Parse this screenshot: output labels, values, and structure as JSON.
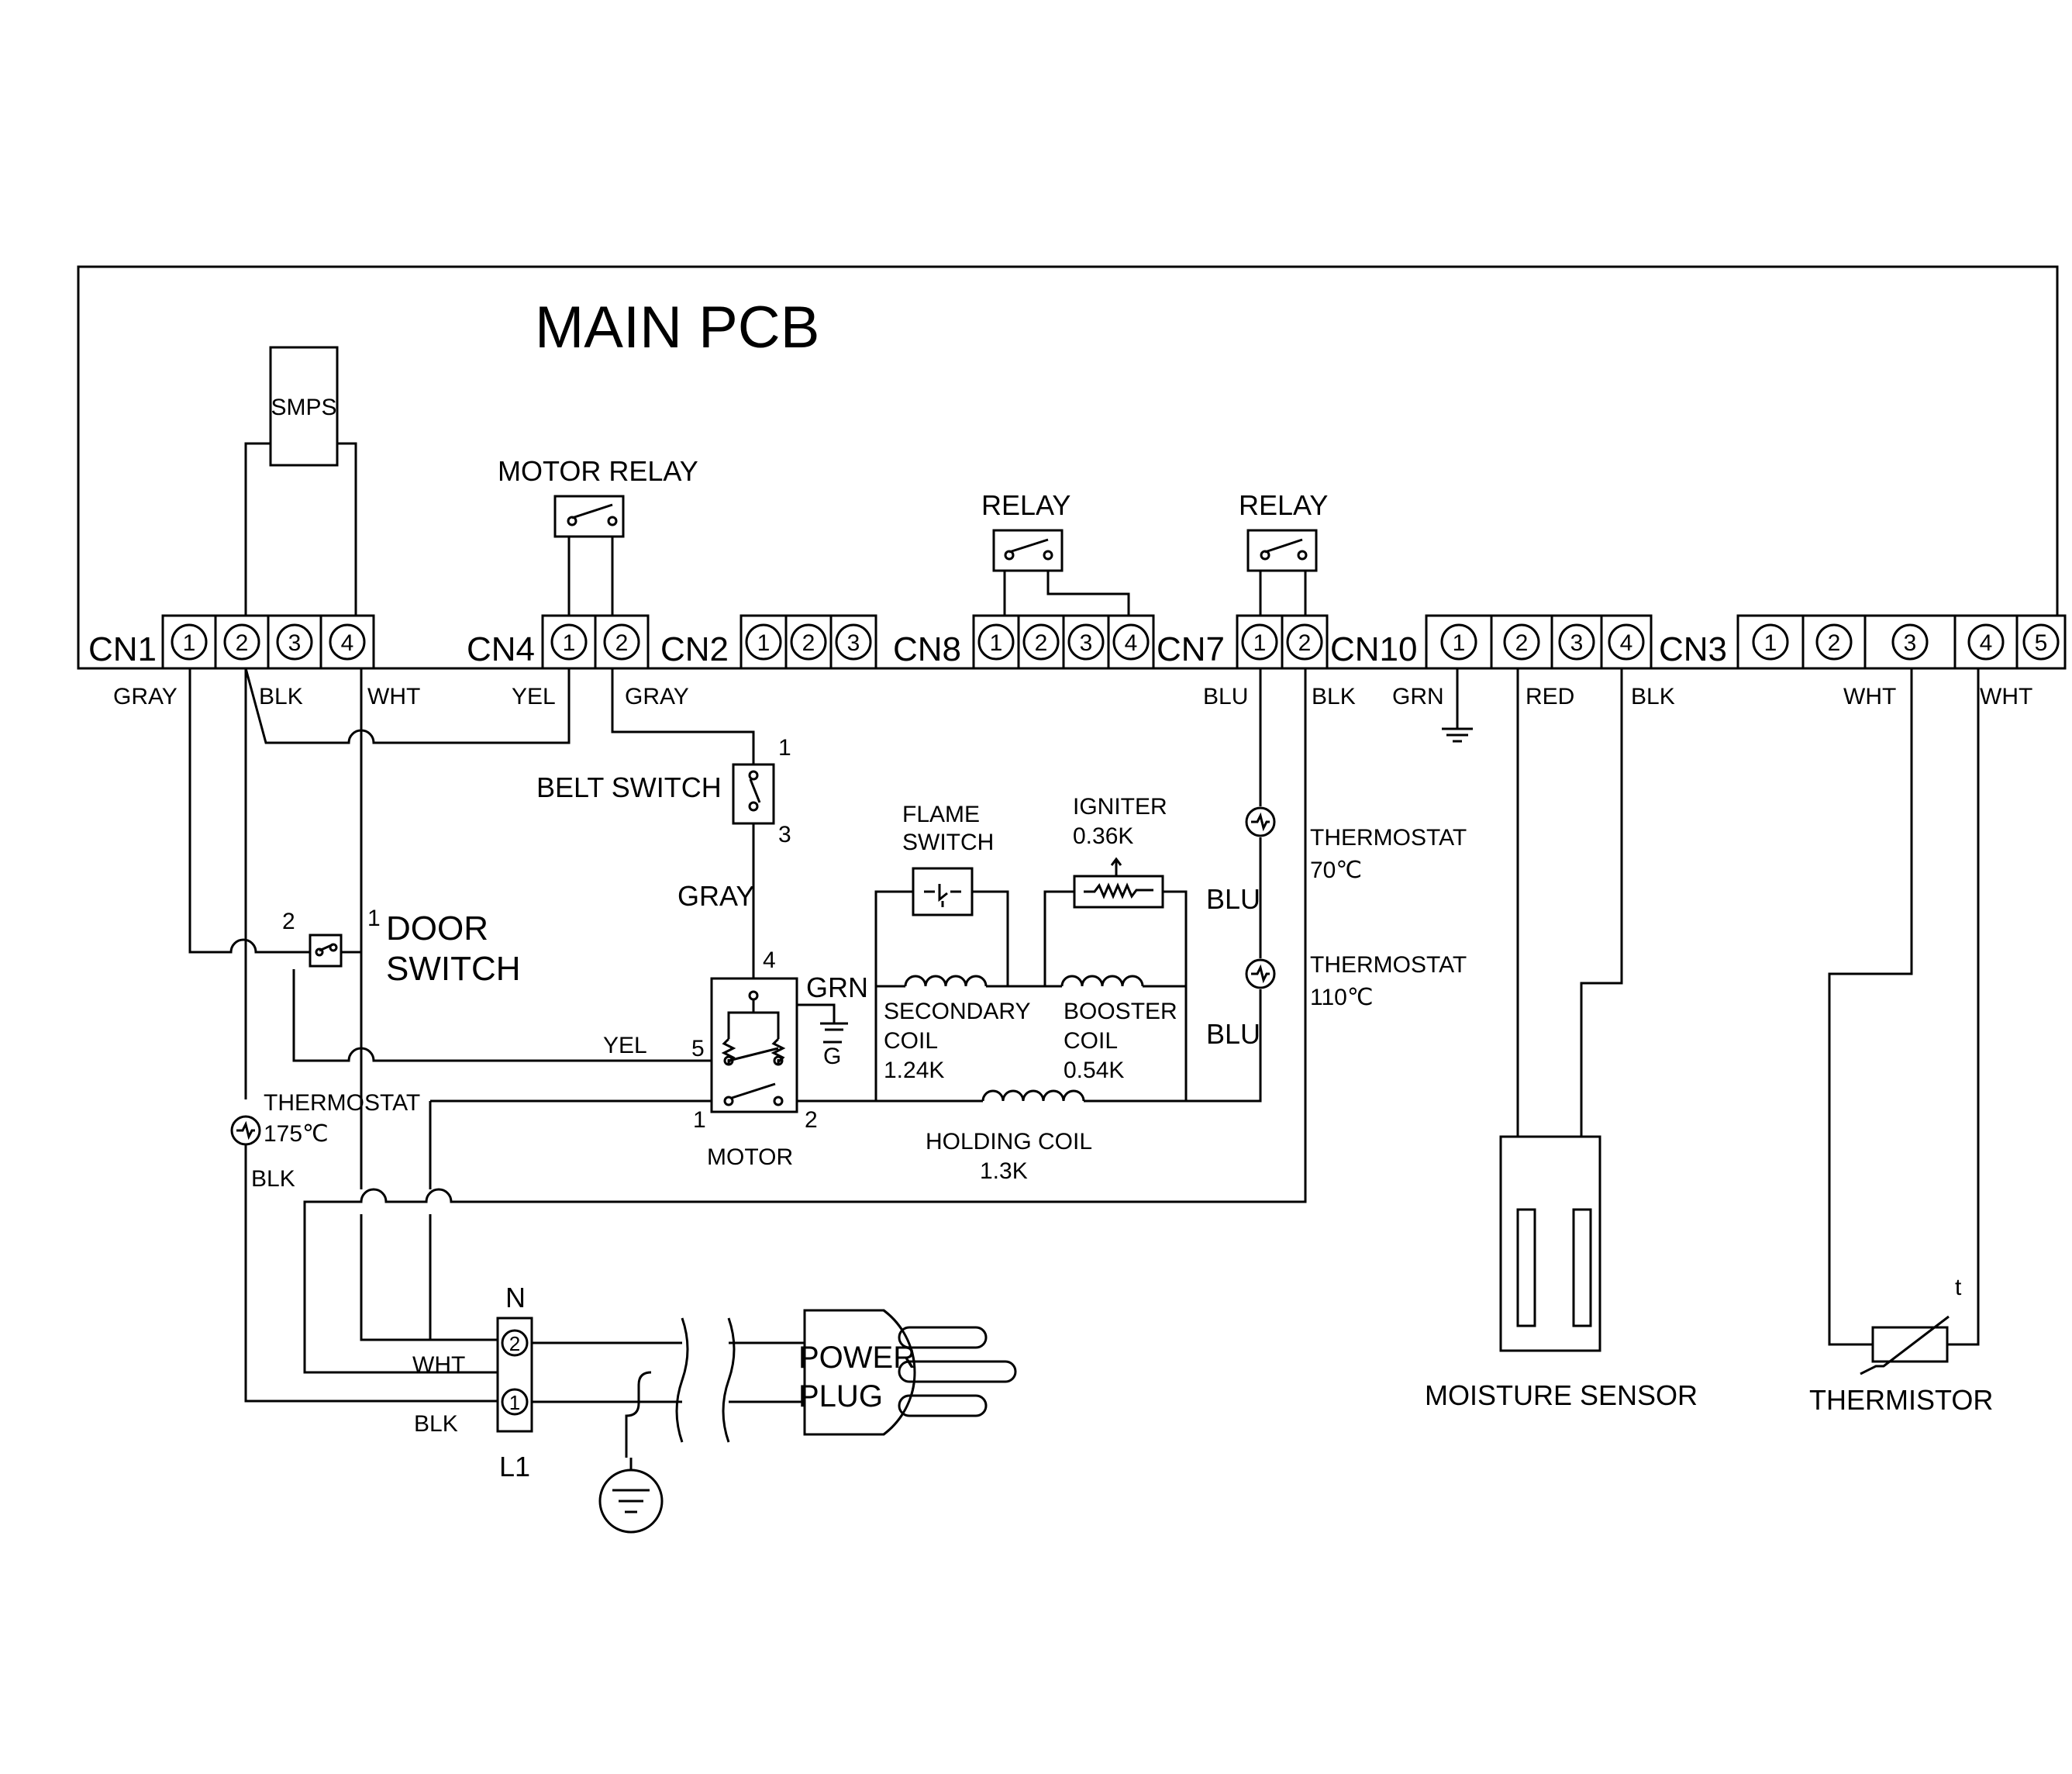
{
  "title": "MAIN PCB",
  "components": {
    "smps": "SMPS",
    "motor_relay": "MOTOR RELAY",
    "relay_a": "RELAY",
    "relay_b": "RELAY",
    "belt_switch": "BELT SWITCH",
    "door_switch_1": "DOOR",
    "door_switch_2": "SWITCH",
    "flame_switch_1": "FLAME",
    "flame_switch_2": "SWITCH",
    "igniter": "IGNITER",
    "igniter_value": "0.36K",
    "secondary_coil": [
      "SECONDARY",
      "COIL",
      "1.24K"
    ],
    "booster_coil": [
      "BOOSTER",
      "COIL",
      "0.54K"
    ],
    "holding_coil": "HOLDING COIL",
    "holding_coil_value": "1.3K",
    "motor": "MOTOR",
    "ground_g": "G",
    "thermostat_70": [
      "THERMOSTAT",
      "70℃"
    ],
    "thermostat_110": [
      "THERMOSTAT",
      "110℃"
    ],
    "thermostat_175": [
      "THERMOSTAT",
      "175℃"
    ],
    "power_plug": [
      "POWER",
      "PLUG"
    ],
    "terminal_n": "N",
    "terminal_l1": "L1",
    "moisture_sensor": "MOISTURE SENSOR",
    "thermistor": "THERMISTOR",
    "thermistor_t": "t"
  },
  "connectors": [
    {
      "name": "CN1",
      "pins": [
        "1",
        "2",
        "3",
        "4"
      ]
    },
    {
      "name": "CN4",
      "pins": [
        "1",
        "2"
      ]
    },
    {
      "name": "CN2",
      "pins": [
        "1",
        "2",
        "3"
      ]
    },
    {
      "name": "CN8",
      "pins": [
        "1",
        "2",
        "3",
        "4"
      ]
    },
    {
      "name": "CN7",
      "pins": [
        "1",
        "2"
      ]
    },
    {
      "name": "CN10",
      "pins": [
        "1",
        "2",
        "3",
        "4"
      ]
    },
    {
      "name": "CN3",
      "pins": [
        "1",
        "2",
        "3",
        "4",
        "5"
      ]
    }
  ],
  "wires": {
    "cn1_1": "GRAY",
    "cn1_2": "BLK",
    "cn1_4": "WHT",
    "cn4_1": "YEL",
    "cn4_2": "GRAY",
    "cn7_1": "BLU",
    "cn7_2": "BLK",
    "cn10_1": "GRN",
    "cn10_2": "RED",
    "cn10_4": "BLK",
    "cn3_3": "WHT",
    "cn3_5": "WHT",
    "belt_to_motor": "GRAY",
    "motor_yel": "YEL",
    "motor_grn": "GRN",
    "blu_upper": "BLU",
    "blu_lower": "BLU",
    "thermostat_blk": "BLK",
    "plug_wht": "WHT",
    "plug_blk": "BLK"
  },
  "pin_numbers": {
    "belt_1": "1",
    "belt_3": "3",
    "door_2": "2",
    "door_1": "1",
    "motor_4": "4",
    "motor_5": "5",
    "motor_1": "1",
    "motor_2": "2",
    "term_2": "2",
    "term_1": "1"
  }
}
